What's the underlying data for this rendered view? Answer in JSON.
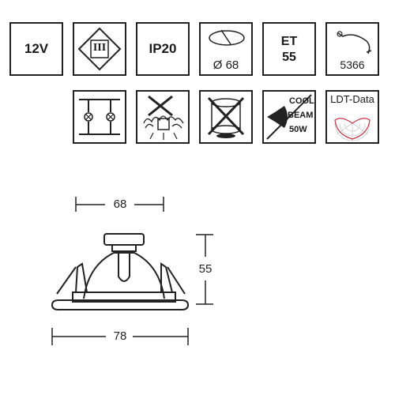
{
  "symbols": {
    "voltage": {
      "label": "12V"
    },
    "protection_class": {
      "label": "III"
    },
    "ip_rating": {
      "label": "IP20"
    },
    "cutout": {
      "label": "Ø 68"
    },
    "et": {
      "label": "ET",
      "value": "55"
    },
    "article": {
      "label": "5366"
    },
    "cool_beam": {
      "line1": "COOL",
      "line2": "BEAM",
      "line3": "50W"
    },
    "ldt": {
      "label": "LDT-Data"
    }
  },
  "dimensions": {
    "top_width": "68",
    "height": "55",
    "bottom_width": "78"
  },
  "colors": {
    "line": "#222222",
    "ldt_curve": "#c0394b"
  }
}
